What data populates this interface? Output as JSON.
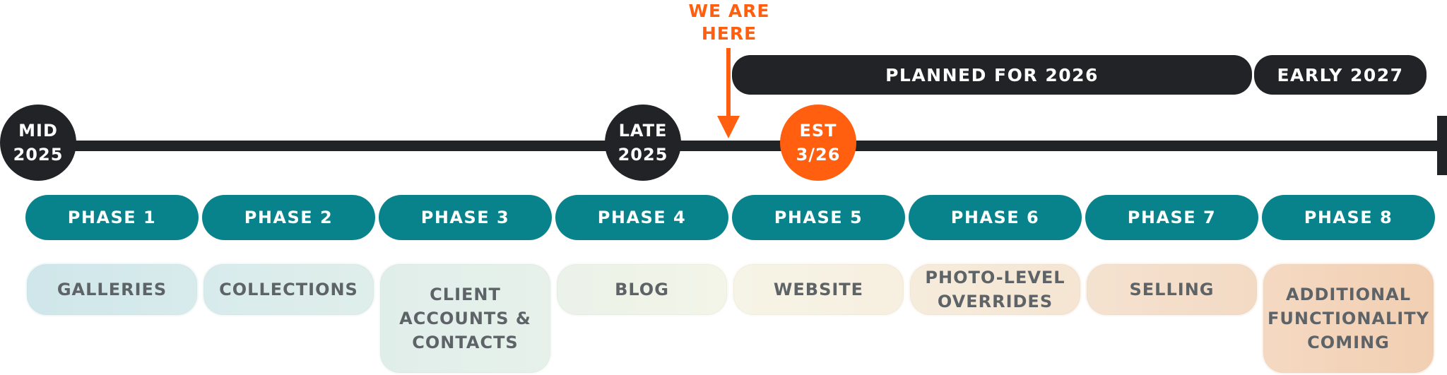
{
  "marker": {
    "line1": "WE ARE",
    "line2": "HERE",
    "color": "#ff5f0f"
  },
  "bars": [
    {
      "id": "planned",
      "label": "PLANNED FOR 2026"
    },
    {
      "id": "early",
      "label": "EARLY 2027"
    }
  ],
  "milestones": [
    {
      "line1": "MID",
      "line2": "2025",
      "style": "dark"
    },
    {
      "line1": "LATE",
      "line2": "2025",
      "style": "dark"
    },
    {
      "line1": "EST",
      "line2": "3/26",
      "style": "orange"
    }
  ],
  "phases": [
    "PHASE 1",
    "PHASE 2",
    "PHASE 3",
    "PHASE 4",
    "PHASE 5",
    "PHASE 6",
    "PHASE 7",
    "PHASE 8"
  ],
  "features": [
    {
      "lines": [
        "GALLERIES"
      ],
      "color": "#d3e9ec"
    },
    {
      "lines": [
        "COLLECTIONS"
      ],
      "color": "#dcecea"
    },
    {
      "lines": [
        "CLIENT",
        "ACCOUNTS &",
        "CONTACTS"
      ],
      "color": "#e4efe9"
    },
    {
      "lines": [
        "BLOG"
      ],
      "color": "#eef3e8"
    },
    {
      "lines": [
        "WEBSITE"
      ],
      "color": "#f7f3e4"
    },
    {
      "lines": [
        "PHOTO-LEVEL",
        "OVERRIDES"
      ],
      "color": "#f6e9d8"
    },
    {
      "lines": [
        "SELLING"
      ],
      "color": "#f4e0cc"
    },
    {
      "lines": [
        "ADDITIONAL",
        "FUNCTIONALITY",
        "COMING"
      ],
      "color": "#f3d5bb"
    }
  ],
  "colors": {
    "dark": "#212326",
    "teal": "#09838b",
    "orange": "#ff5f0f"
  }
}
